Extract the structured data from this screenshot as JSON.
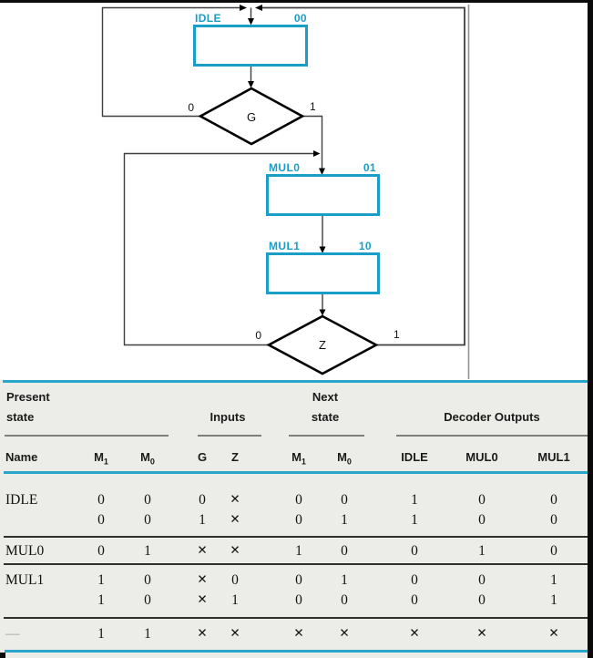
{
  "colors": {
    "accent_cyan": "#1b9ec6",
    "table_line_cyan": "#2aa6c9",
    "table_bg": "#ecede8",
    "connector_gray": "#3f3f3f",
    "frame_gray": "#909090",
    "dash_gray": "#9d9d8f"
  },
  "flowchart": {
    "states": [
      {
        "name": "IDLE",
        "code": "00"
      },
      {
        "name": "MUL0",
        "code": "01"
      },
      {
        "name": "MUL1",
        "code": "10"
      }
    ],
    "decisions": [
      {
        "label": "G",
        "false_branch": "0",
        "true_branch": "1"
      },
      {
        "label": "Z",
        "false_branch": "0",
        "true_branch": "1"
      }
    ]
  },
  "table": {
    "groups": {
      "present_line1": "Present",
      "present_line2": "state",
      "inputs": "Inputs",
      "next_line1": "Next",
      "next_line2": "state",
      "decoder": "Decoder Outputs"
    },
    "columns": [
      {
        "label": "Name",
        "sub": ""
      },
      {
        "label": "M",
        "sub": "1"
      },
      {
        "label": "M",
        "sub": "0"
      },
      {
        "label": "G",
        "sub": ""
      },
      {
        "label": "Z",
        "sub": ""
      },
      {
        "label": "M",
        "sub": "1"
      },
      {
        "label": "M",
        "sub": "0"
      },
      {
        "label": "IDLE",
        "sub": ""
      },
      {
        "label": "MUL0",
        "sub": ""
      },
      {
        "label": "MUL1",
        "sub": ""
      }
    ],
    "x_mark": "✕",
    "rows": [
      {
        "cells": [
          "IDLE",
          "0",
          "0",
          "0",
          "✕",
          "0",
          "0",
          "1",
          "0",
          "0"
        ],
        "rule_after": false
      },
      {
        "cells": [
          "",
          "0",
          "0",
          "1",
          "✕",
          "0",
          "1",
          "1",
          "0",
          "0"
        ],
        "rule_after": true
      },
      {
        "cells": [
          "MUL0",
          "0",
          "1",
          "✕",
          "✕",
          "1",
          "0",
          "0",
          "1",
          "0"
        ],
        "rule_after": true
      },
      {
        "cells": [
          "MUL1",
          "1",
          "0",
          "✕",
          "0",
          "0",
          "1",
          "0",
          "0",
          "1"
        ],
        "rule_after": false
      },
      {
        "cells": [
          "",
          "1",
          "0",
          "✕",
          "1",
          "0",
          "0",
          "0",
          "0",
          "1"
        ],
        "rule_after": true
      },
      {
        "cells": [
          "—",
          "1",
          "1",
          "✕",
          "✕",
          "✕",
          "✕",
          "✕",
          "✕",
          "✕"
        ],
        "rule_after": false
      }
    ]
  }
}
